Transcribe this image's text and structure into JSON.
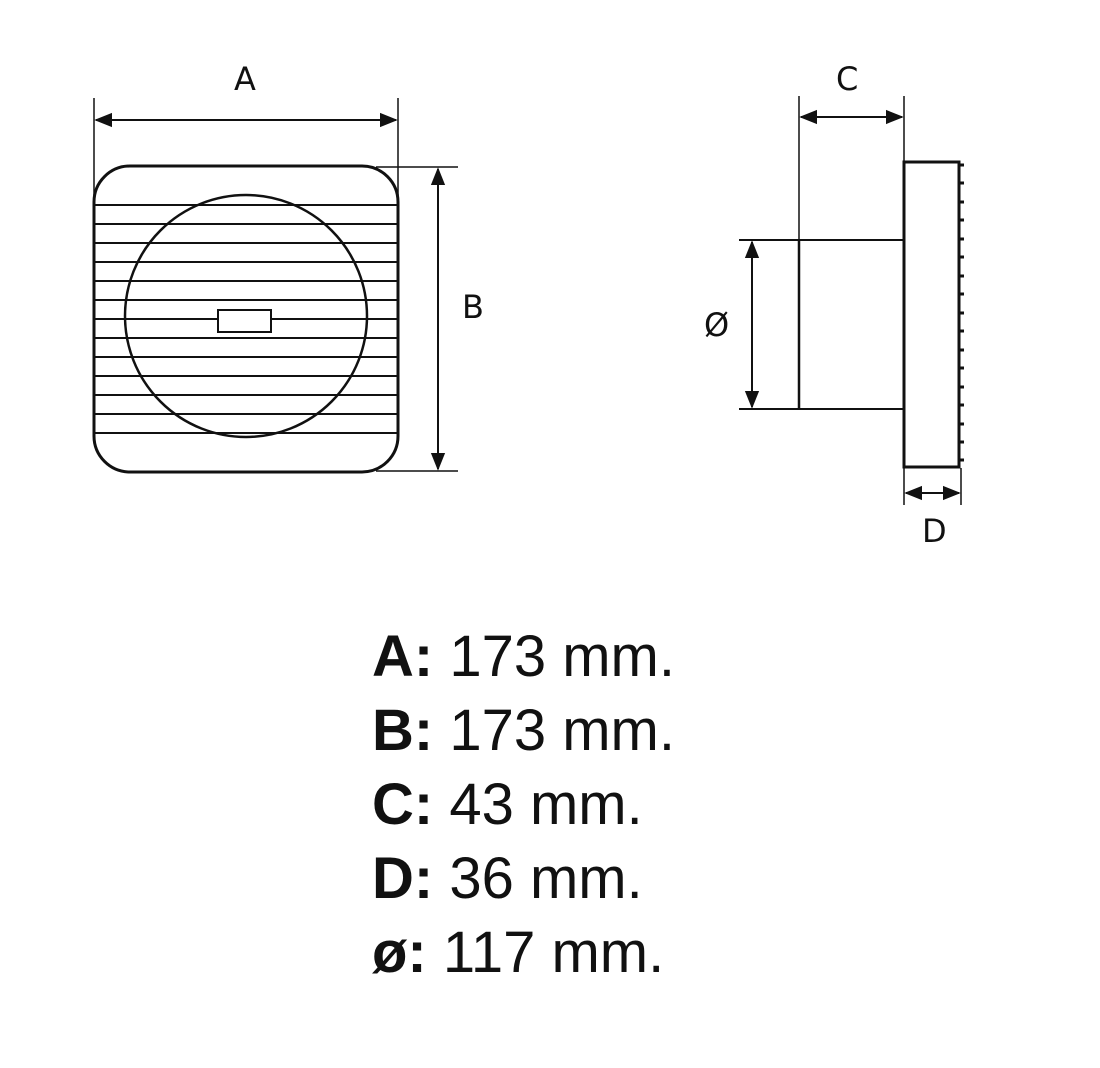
{
  "diagram": {
    "front_view": {
      "width_label": "A",
      "height_label": "B",
      "louver_count": 13
    },
    "side_view": {
      "depth_label": "C",
      "flange_label": "D",
      "diameter_label": "Ø"
    }
  },
  "specs": [
    {
      "key": "A:",
      "value": " 173 mm."
    },
    {
      "key": "B:",
      "value": " 173 mm."
    },
    {
      "key": "C:",
      "value": " 43 mm."
    },
    {
      "key": "D:",
      "value": " 36 mm."
    },
    {
      "key": "ø:",
      "value": " 117 mm."
    }
  ],
  "colors": {
    "line": "#111111",
    "background": "#ffffff"
  }
}
